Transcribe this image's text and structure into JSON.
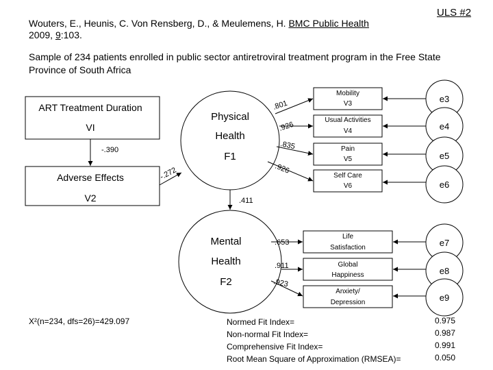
{
  "header": {
    "citation_authors": "Wouters, E., Heunis, C. Von Rensberg, D., & Meulemens, H.",
    "citation_journal": "BMC Public Health",
    "citation_year": "2009,",
    "citation_volume": "9",
    "citation_pages": ":103.",
    "slide_tag": "ULS #2",
    "sample_text": "Sample of 234 patients enrolled in public sector antiretroviral treatment program in the Free State Province of South Africa"
  },
  "diagram": {
    "art_box": {
      "title": "ART Treatment Duration",
      "var": "VI"
    },
    "adverse_box": {
      "title": "Adverse Effects",
      "var": "V2"
    },
    "physical": {
      "line1": "Physical",
      "line2": "Health",
      "line3": "F1"
    },
    "mental": {
      "line1": "Mental",
      "line2": "Health",
      "line3": "F2"
    },
    "observed": [
      {
        "line1": "Mobility",
        "line2": "V3",
        "error": "e3",
        "loading": ".801"
      },
      {
        "line1": "Usual Activities",
        "line2": "V4",
        "error": "e4",
        "loading": ".926"
      },
      {
        "line1": "Pain",
        "line2": "V5",
        "error": "e5",
        "loading": ".835"
      },
      {
        "line1": "Self Care",
        "line2": "V6",
        "error": "e6",
        "loading": ".926"
      },
      {
        "line1": "Life",
        "line2": "Satisfaction",
        "error": "e7",
        "loading": ".653"
      },
      {
        "line1": "Global",
        "line2": "Happiness",
        "error": "e8",
        "loading": ".911"
      },
      {
        "line1": "Anxiety/",
        "line2": "Depression",
        "error": "e9",
        "loading": ".923"
      }
    ],
    "paths": {
      "art_to_adverse": "-.390",
      "adverse_to_physical": "-.272",
      "physical_to_mental": ".411"
    }
  },
  "fit": {
    "chi_square": "X²(n=234, dfs=26)=429.097",
    "indices": [
      {
        "label": "Normed Fit Index=",
        "value": "0.975"
      },
      {
        "label": "Non-normal Fit Index=",
        "value": "0.987"
      },
      {
        "label": "Comprehensive Fit Index=",
        "value": "0.991"
      },
      {
        "label": "Root Mean Square of Approximation (RMSEA)=",
        "value": "0.050"
      }
    ]
  }
}
